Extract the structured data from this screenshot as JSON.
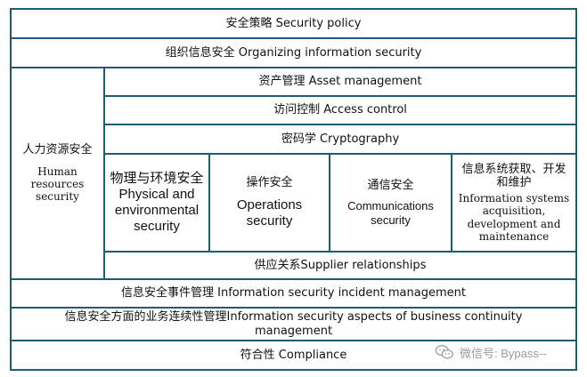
{
  "rows": {
    "security_policy": "安全策略 Security policy",
    "organizing": "组织信息安全 Organizing information security",
    "asset": "资产管理 Asset management",
    "access": "访问控制 Access control",
    "crypto": "密码学 Cryptography",
    "supplier": "供应关系Supplier relationships",
    "incident": "信息安全事件管理 Information security incident management",
    "continuity": "信息安全方面的业务连续性管理Information security aspects of business continuity management",
    "compliance": "符合性 Compliance"
  },
  "hr": {
    "cn": "人力资源安全",
    "en": "Human resources security"
  },
  "cells": {
    "physical": {
      "cn": "物理与环境安全Physical and environmental security"
    },
    "operations": {
      "cn": "操作安全",
      "en": "Operations security"
    },
    "communications": {
      "cn": "通信安全",
      "en": "Communications security"
    },
    "systems": {
      "cn": "信息系统获取、开发和维护",
      "en": "Information systems acquisition, development and maintenance"
    }
  },
  "watermark": {
    "text": "微信号: Bypass--",
    "icon": "wechat-icon",
    "color": "#9a9a9a"
  },
  "colors": {
    "border": "#1f5c73"
  }
}
